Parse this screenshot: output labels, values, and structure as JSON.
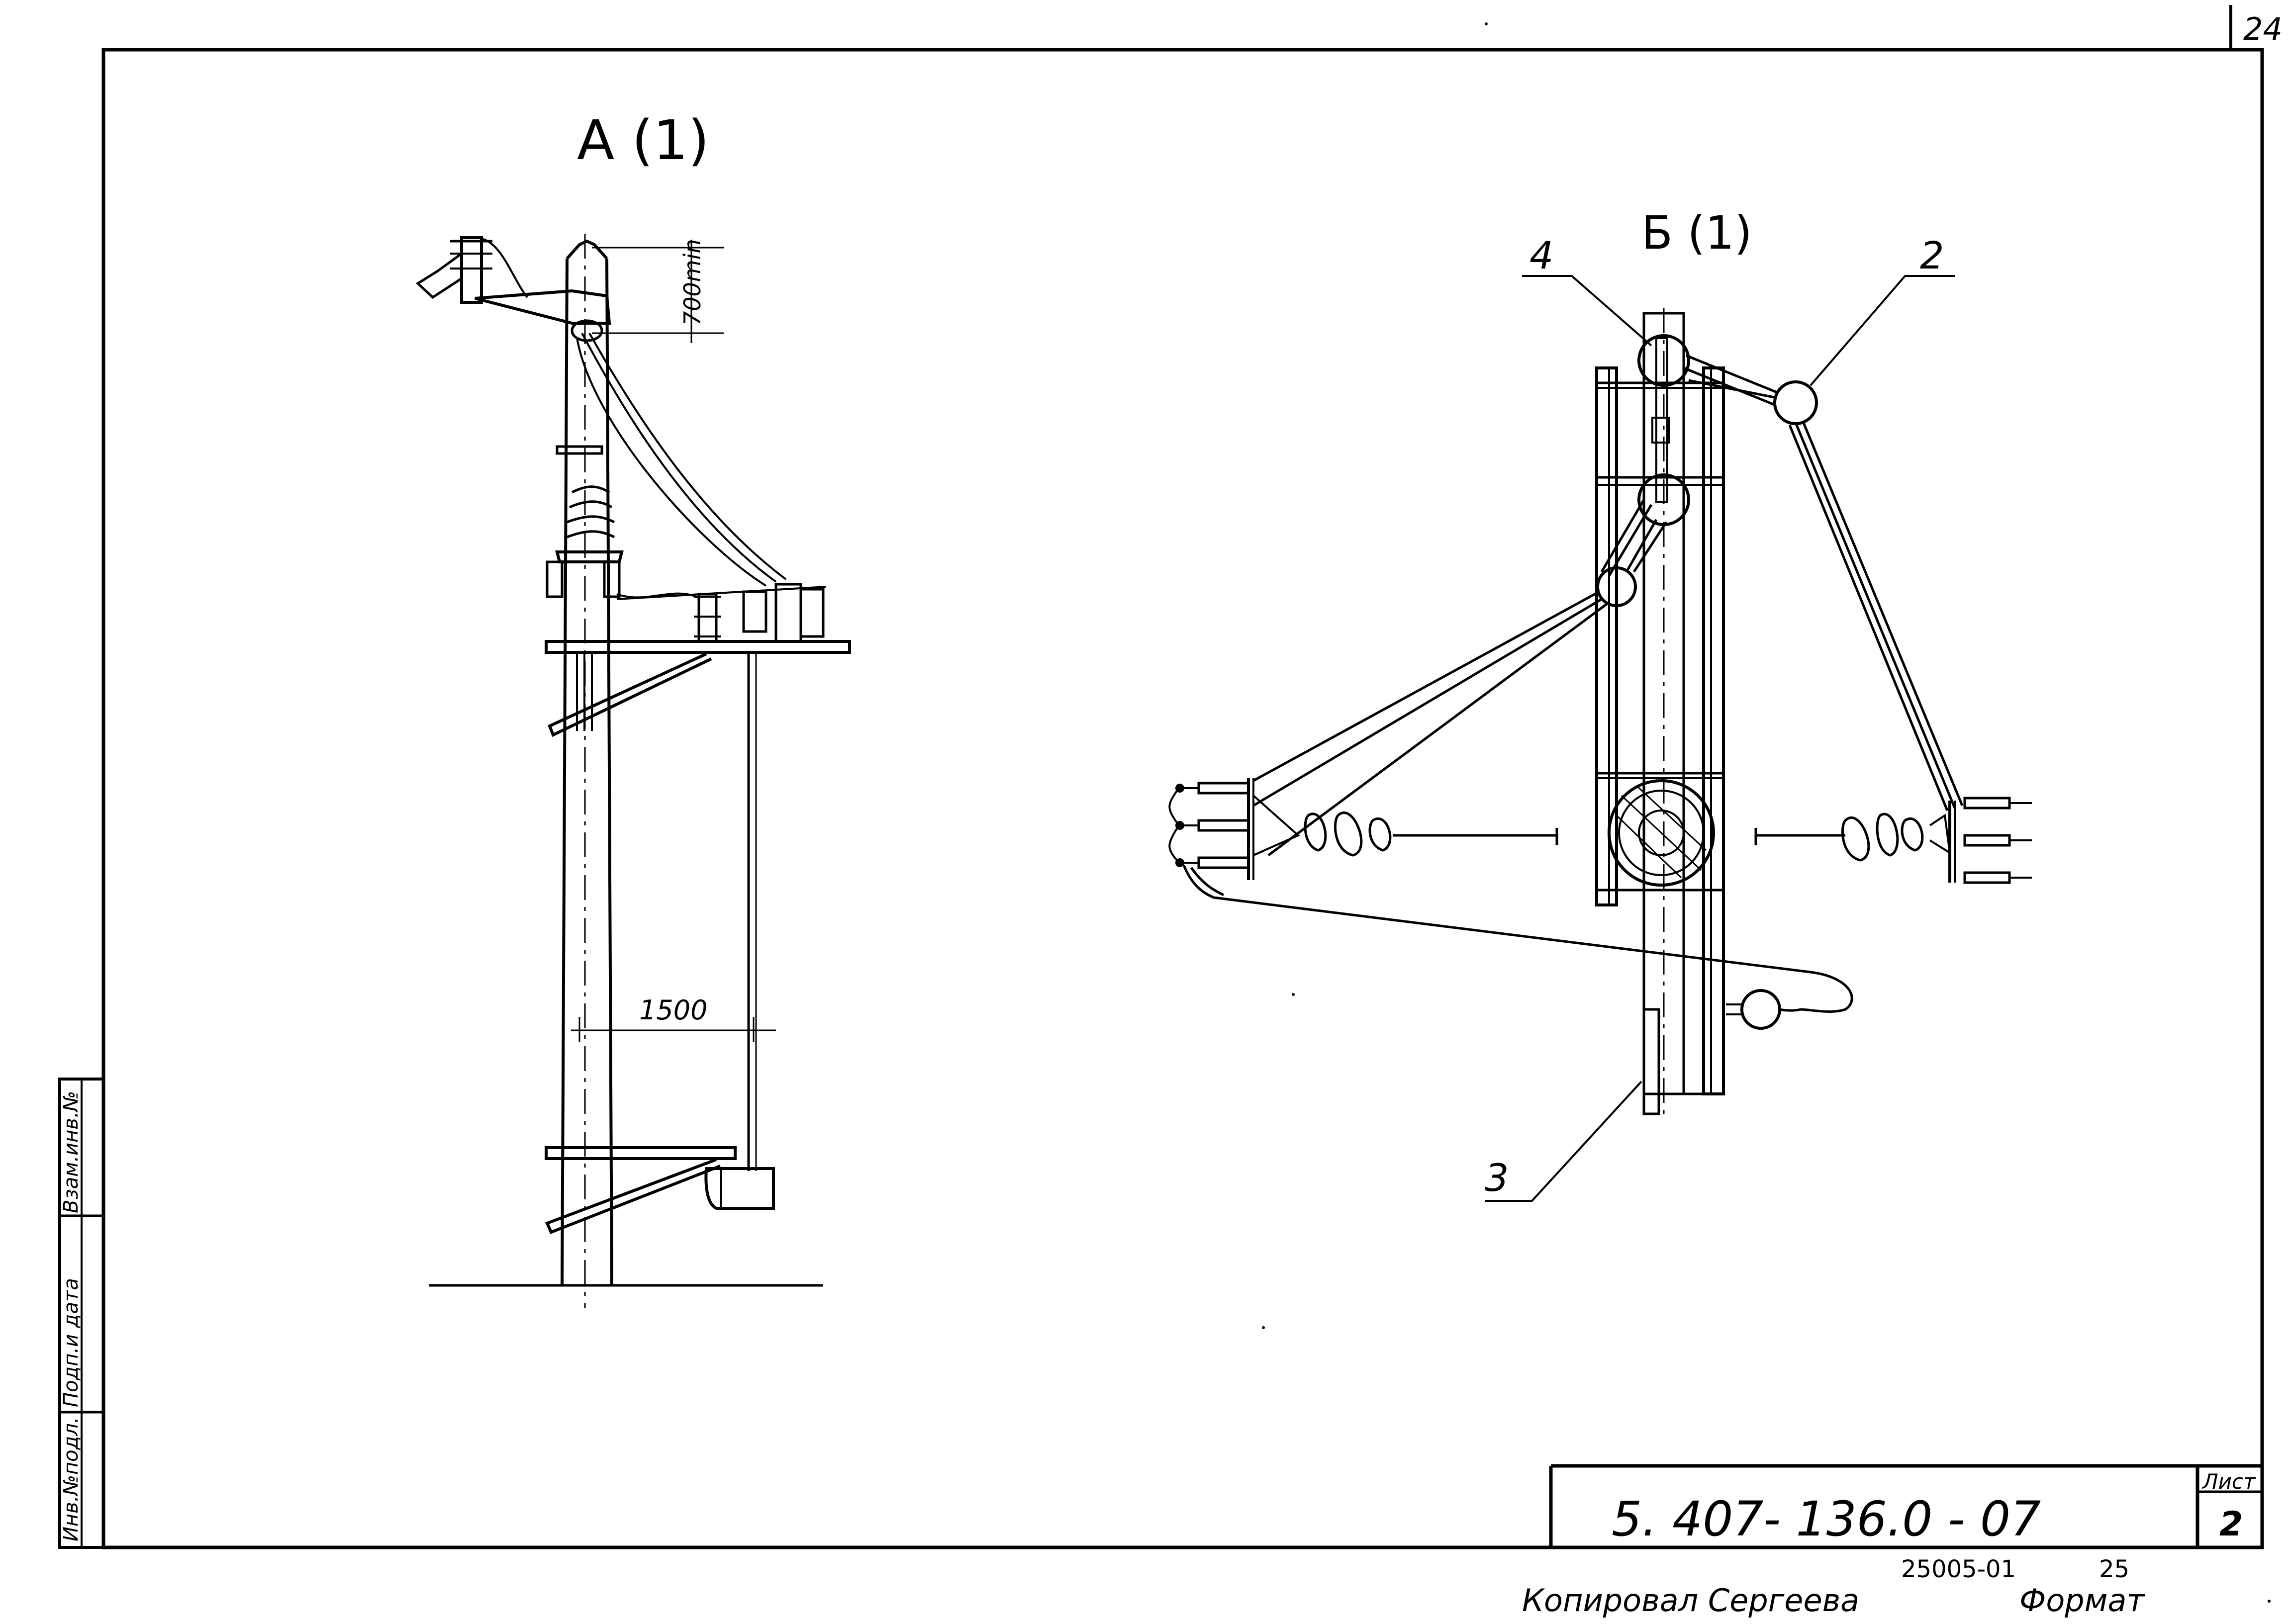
{
  "sheet_corner_number": "24",
  "view_a": {
    "title": "А (1)",
    "dim_top": "700min",
    "dim_span": "1500"
  },
  "view_b": {
    "title": "Б (1)",
    "callouts": [
      "4",
      "2",
      "3"
    ]
  },
  "side_stamp": {
    "cells": [
      "Инв.№подл.",
      "Подп.и дата",
      "Взам.инв.№"
    ]
  },
  "title_block": {
    "document_code": "5. 407- 136.0 - 07",
    "sheet_label": "Лист",
    "sheet_number": "2"
  },
  "footer": {
    "copied_by": "Копировал Сергеева",
    "order_number": "25005-01",
    "order_suffix": "25",
    "format_label": "Формат"
  }
}
